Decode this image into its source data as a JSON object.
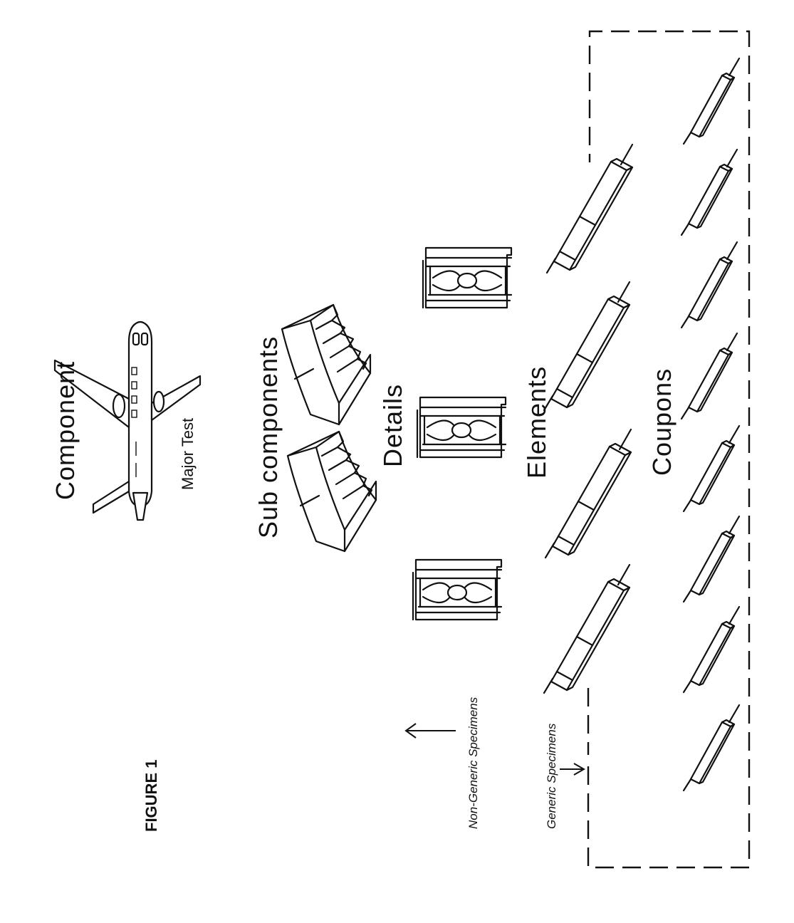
{
  "figure_label": "FIGURE 1",
  "levels": {
    "component": "Component",
    "major_test": "Major Test",
    "sub_components": "Sub components",
    "details": "Details",
    "elements": "Elements",
    "coupons": "Coupons"
  },
  "annotations": {
    "non_generic": "Non-Generic Specimens",
    "generic": "Generic Specimens"
  }
}
